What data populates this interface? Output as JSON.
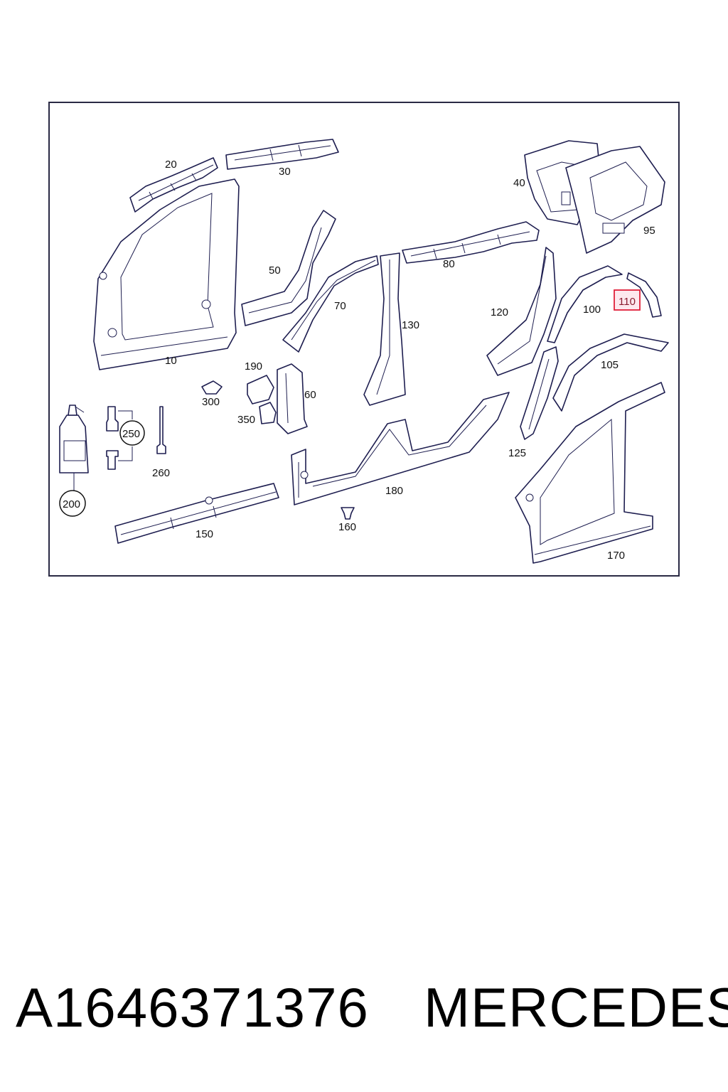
{
  "diagram": {
    "callouts": {
      "c10": "10",
      "c20": "20",
      "c30": "30",
      "c40": "40",
      "c50": "50",
      "c60": "60",
      "c70": "70",
      "c80": "80",
      "c95": "95",
      "c100": "100",
      "c105": "105",
      "c110": "110",
      "c120": "120",
      "c125": "125",
      "c130": "130",
      "c150": "150",
      "c160": "160",
      "c170": "170",
      "c180": "180",
      "c190": "190",
      "c200": "200",
      "c250": "250",
      "c260": "260",
      "c300": "300",
      "c350": "350"
    },
    "highlighted_callout": "110",
    "highlight_color": "#e0203a",
    "line_color": "#1e1e50"
  },
  "footer": {
    "part_number": "A1646371376",
    "brand": "MERCEDES"
  }
}
